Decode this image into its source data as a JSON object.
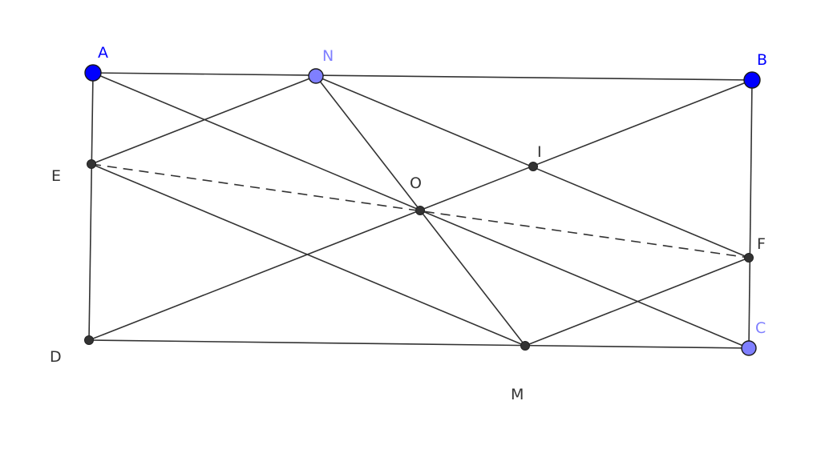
{
  "colors": {
    "line": "#333333",
    "free_point": "#0000ff",
    "semi_free_point": "#7f7fff",
    "derived_point": "#333333",
    "free_label": "#0000ff",
    "semi_free_label": "#7f7fff",
    "derived_label": "#333333"
  },
  "points": [
    {
      "id": "A",
      "label": "A",
      "kind": "free"
    },
    {
      "id": "N",
      "label": "N",
      "kind": "semi_free"
    },
    {
      "id": "B",
      "label": "B",
      "kind": "free"
    },
    {
      "id": "E",
      "label": "E",
      "kind": "derived"
    },
    {
      "id": "I",
      "label": "I",
      "kind": "derived"
    },
    {
      "id": "O",
      "label": "O",
      "kind": "derived"
    },
    {
      "id": "F",
      "label": "F",
      "kind": "derived"
    },
    {
      "id": "D",
      "label": "D",
      "kind": "derived"
    },
    {
      "id": "M",
      "label": "M",
      "kind": "derived"
    },
    {
      "id": "C",
      "label": "C",
      "kind": "semi_free"
    }
  ],
  "segments": [
    {
      "from": "A",
      "to": "B",
      "style": "solid"
    },
    {
      "from": "B",
      "to": "C",
      "style": "solid"
    },
    {
      "from": "C",
      "to": "D",
      "style": "solid"
    },
    {
      "from": "D",
      "to": "A",
      "style": "solid"
    },
    {
      "from": "A",
      "to": "C",
      "style": "solid"
    },
    {
      "from": "D",
      "to": "B",
      "style": "solid"
    },
    {
      "from": "N",
      "to": "M",
      "style": "solid"
    },
    {
      "from": "E",
      "to": "N",
      "style": "solid"
    },
    {
      "from": "N",
      "to": "F",
      "style": "solid"
    },
    {
      "from": "E",
      "to": "M",
      "style": "solid"
    },
    {
      "from": "M",
      "to": "F",
      "style": "solid"
    },
    {
      "from": "E",
      "to": "F",
      "style": "dashed"
    }
  ]
}
